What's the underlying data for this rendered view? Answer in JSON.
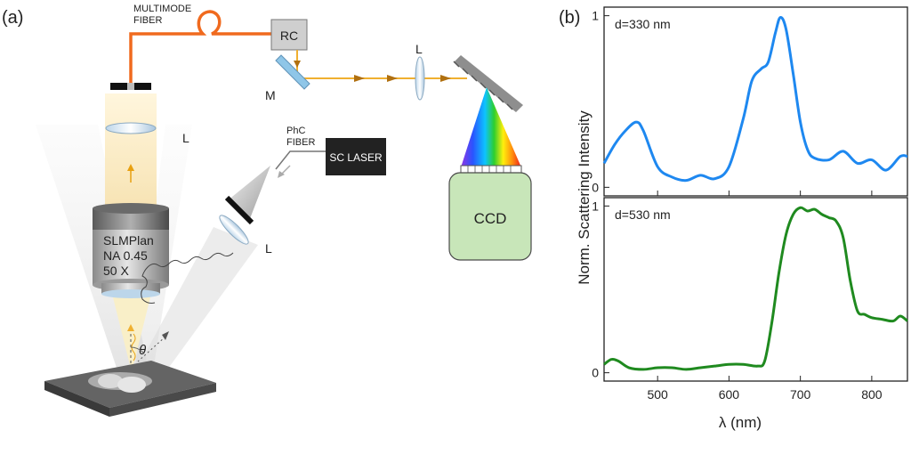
{
  "panel_a": {
    "label": "(a)",
    "fiber_label_line1": "MULTIMODE",
    "fiber_label_line2": "FIBER",
    "rc": "RC",
    "mirror": "M",
    "lens_top": "L",
    "lens_mid": "L",
    "lens_low": "L",
    "phc_line1": "PhC",
    "phc_line2": "FIBER",
    "sc_laser": "SC LASER",
    "ccd": "CCD",
    "objective_line1": "SLMPlan",
    "objective_line2": "NA 0.45",
    "objective_line3": "50 X",
    "angle": "θ"
  },
  "panel_b": {
    "label": "(b)",
    "ylabel": "Norm. Scattering Intensity",
    "xlabel": "λ (nm)",
    "x_ticks": [
      "500",
      "600",
      "700",
      "800"
    ],
    "top_ticks": [
      "0",
      "1"
    ],
    "bottom_ticks": [
      "0",
      "1"
    ]
  },
  "chart_data": [
    {
      "type": "line",
      "annotation": "d=330 nm",
      "xlim": [
        425,
        850
      ],
      "ylim": [
        -0.05,
        1.05
      ],
      "color": "#1e88f0",
      "x": [
        425,
        440,
        455,
        470,
        480,
        500,
        520,
        540,
        560,
        580,
        600,
        620,
        632,
        645,
        655,
        665,
        672,
        680,
        690,
        700,
        710,
        720,
        740,
        760,
        780,
        800,
        820,
        840,
        850
      ],
      "y": [
        0.14,
        0.25,
        0.33,
        0.38,
        0.33,
        0.12,
        0.06,
        0.04,
        0.07,
        0.05,
        0.12,
        0.4,
        0.62,
        0.69,
        0.73,
        0.9,
        0.99,
        0.92,
        0.66,
        0.38,
        0.22,
        0.17,
        0.16,
        0.21,
        0.14,
        0.16,
        0.1,
        0.18,
        0.18
      ]
    },
    {
      "type": "line",
      "annotation": "d=530 nm",
      "xlim": [
        425,
        850
      ],
      "ylim": [
        -0.05,
        1.05
      ],
      "color": "#1f8a1f",
      "x": [
        425,
        435,
        445,
        460,
        480,
        500,
        520,
        540,
        560,
        580,
        600,
        620,
        640,
        650,
        660,
        670,
        680,
        690,
        700,
        710,
        720,
        730,
        740,
        750,
        760,
        770,
        780,
        790,
        800,
        815,
        830,
        840,
        850
      ],
      "y": [
        0.05,
        0.08,
        0.07,
        0.03,
        0.02,
        0.03,
        0.03,
        0.02,
        0.03,
        0.04,
        0.05,
        0.05,
        0.04,
        0.07,
        0.3,
        0.6,
        0.83,
        0.95,
        0.99,
        0.97,
        0.98,
        0.95,
        0.93,
        0.91,
        0.81,
        0.55,
        0.37,
        0.35,
        0.33,
        0.32,
        0.31,
        0.34,
        0.31
      ]
    }
  ]
}
